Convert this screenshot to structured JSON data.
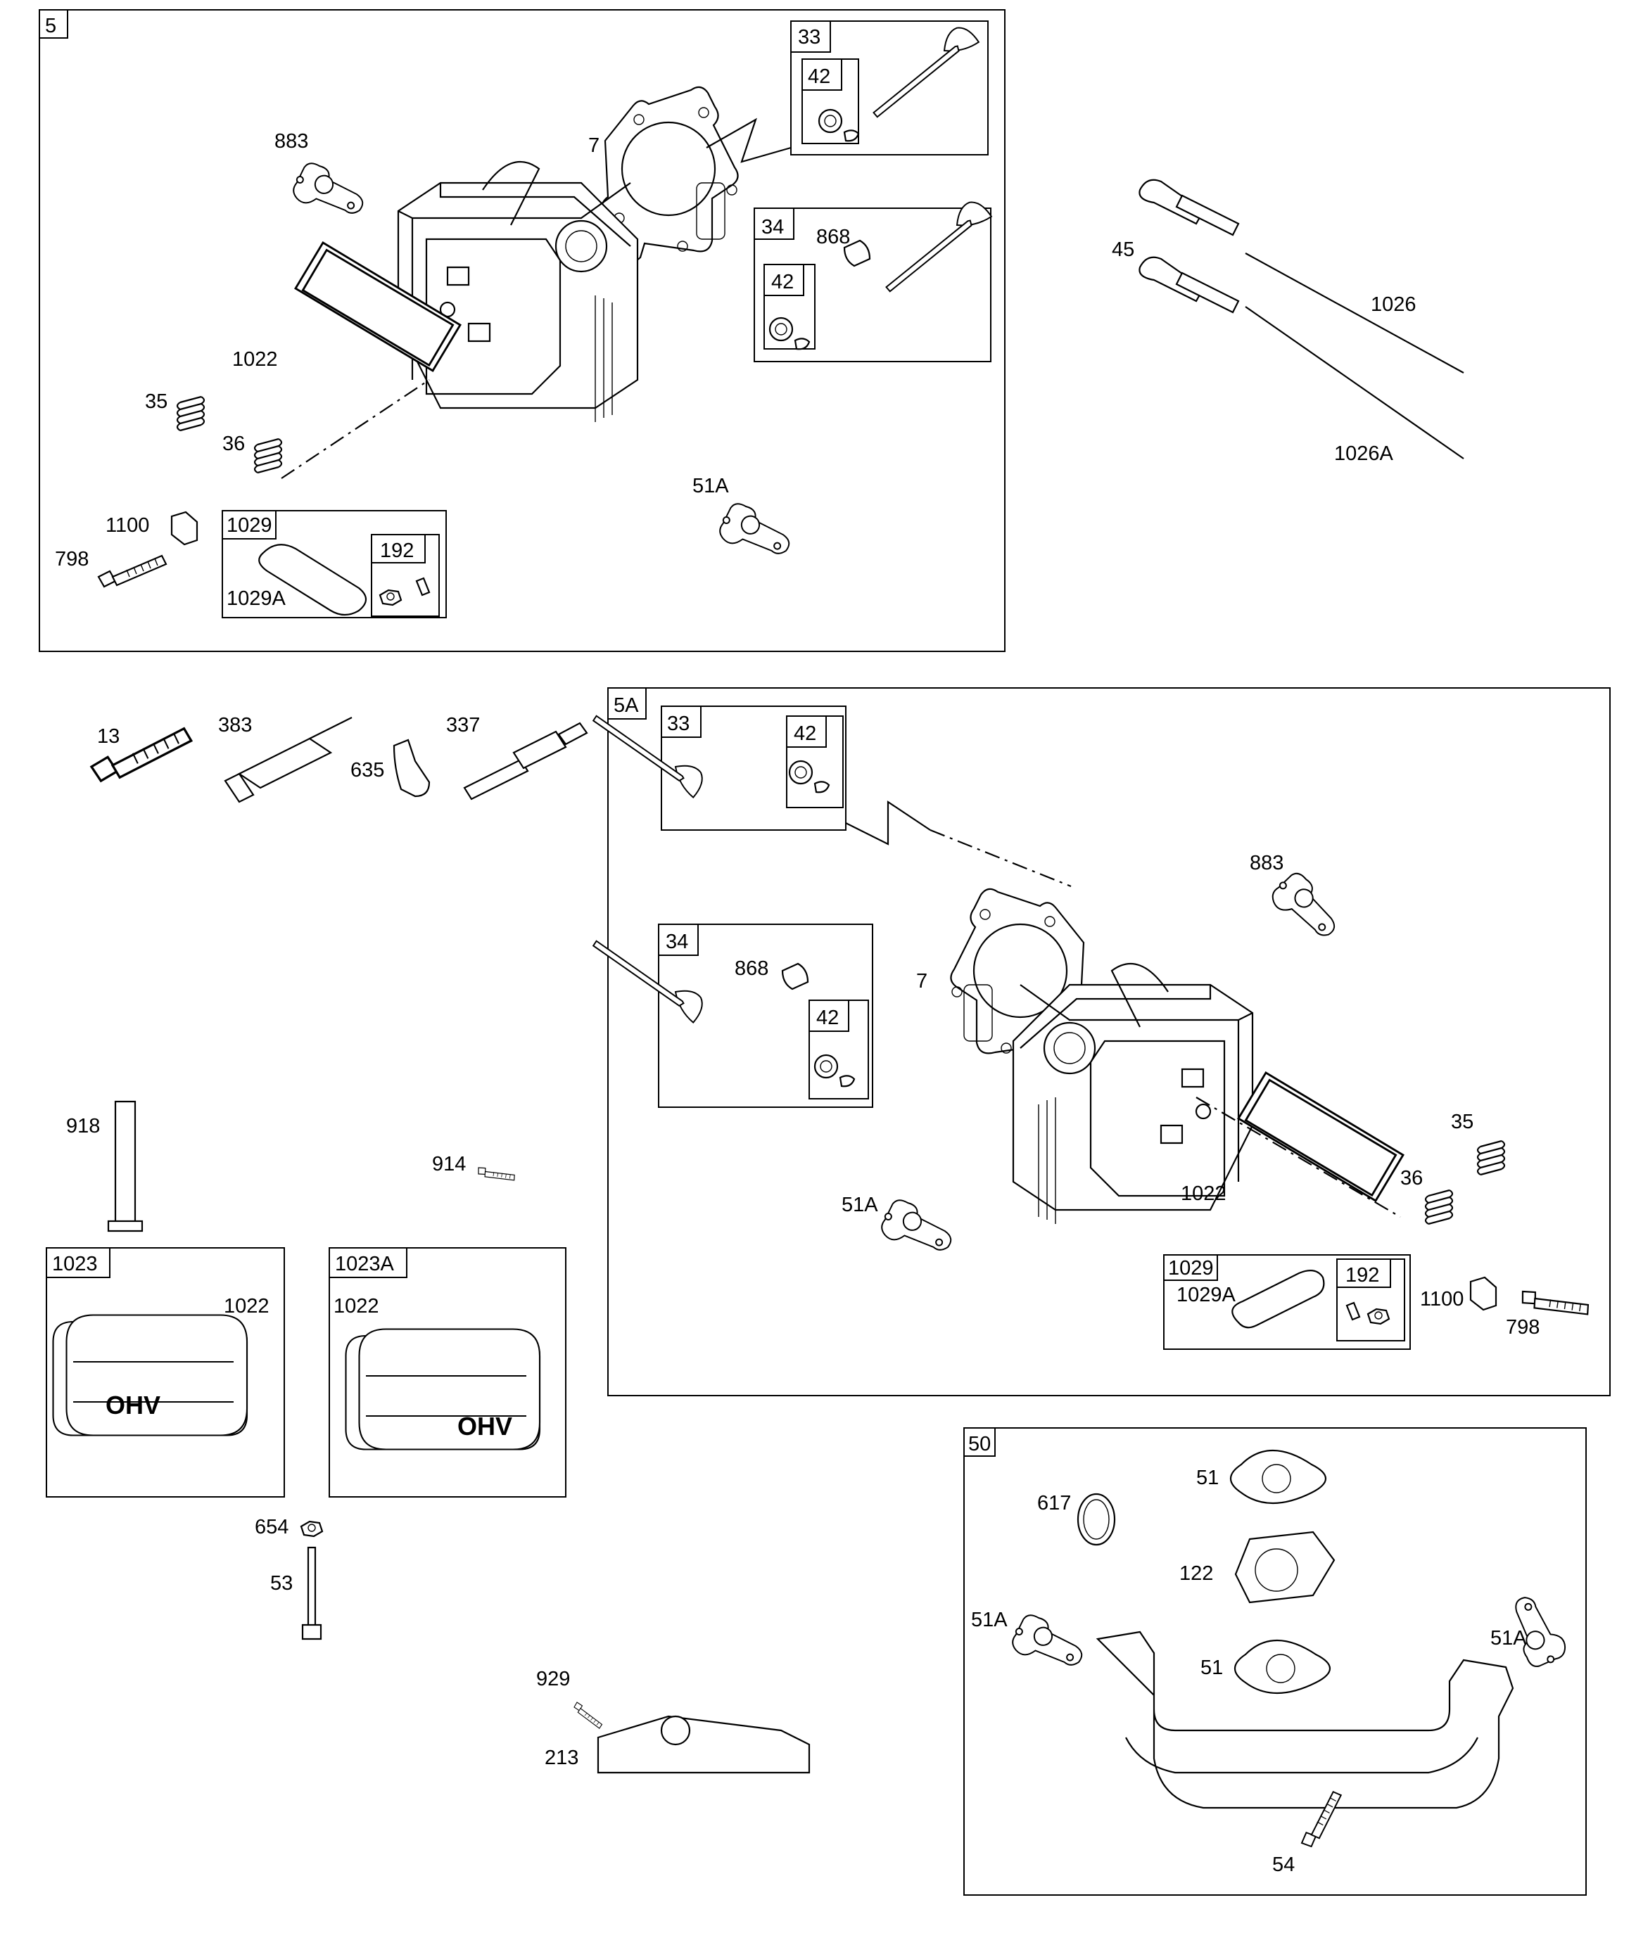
{
  "boxes": {
    "b5": "5",
    "b33": "33",
    "b42a": "42",
    "b34": "34",
    "b42b": "42",
    "b1029": "1029",
    "b192": "192",
    "b5A": "5A",
    "b33A": "33",
    "b42c": "42",
    "b34A": "34",
    "b42d": "42",
    "b1029A": "1029",
    "b192A": "192",
    "b1023": "1023",
    "b1023A": "1023A",
    "b50": "50"
  },
  "labels": {
    "l883": "883",
    "l7": "7",
    "l868": "868",
    "l1022": "1022",
    "l35": "35",
    "l36": "36",
    "l51A": "51A",
    "l1100": "1100",
    "l798": "798",
    "l1029A": "1029A",
    "l45": "45",
    "l1026": "1026",
    "l1026A": "1026A",
    "l13": "13",
    "l383": "383",
    "l337": "337",
    "l635": "635",
    "l883b": "883",
    "l7b": "7",
    "l868b": "868",
    "l35b": "35",
    "l36b": "36",
    "l1022b": "1022",
    "l51Ab": "51A",
    "l1029Ab": "1029A",
    "l1100b": "1100",
    "l798b": "798",
    "l918": "918",
    "l914": "914",
    "l1022c": "1022",
    "l1022d": "1022",
    "l654": "654",
    "l53": "53",
    "l929": "929",
    "l213": "213",
    "l617": "617",
    "l51a": "51",
    "l122": "122",
    "l51c": "51",
    "l51Ac": "51A",
    "l51Ad": "51A",
    "l54": "54"
  },
  "badge": "OHV"
}
